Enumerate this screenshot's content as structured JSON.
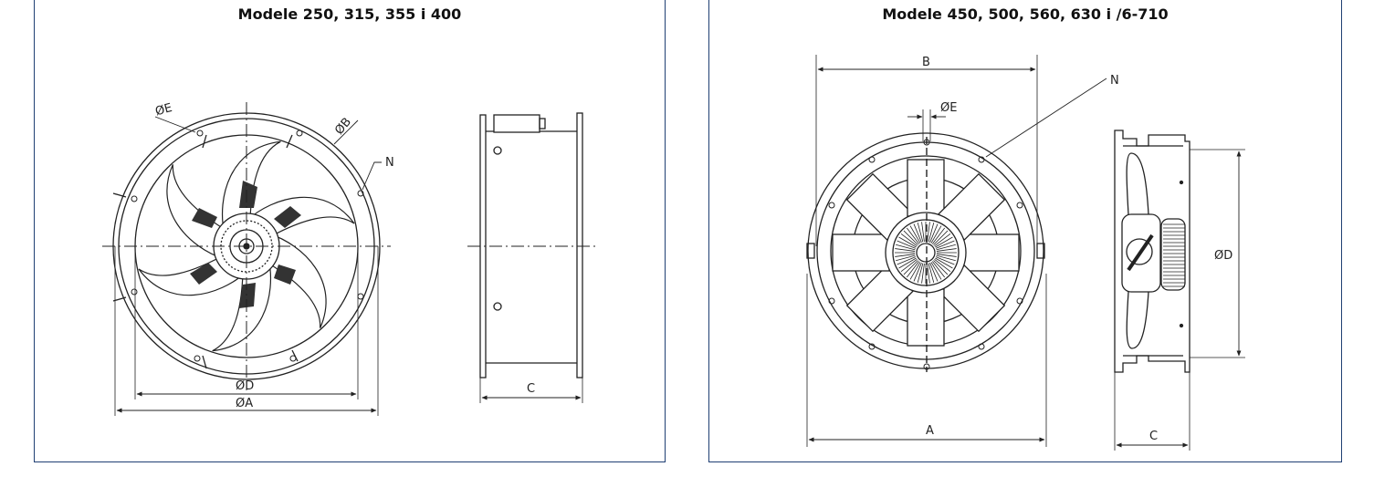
{
  "left": {
    "title": "Modele 250, 315, 355 i 400",
    "labels": {
      "e": "ØE",
      "b": "ØB",
      "n": "N",
      "d": "ØD",
      "a": "ØA",
      "c": "C"
    }
  },
  "right": {
    "title": "Modele 450, 500, 560, 630 i /6-710",
    "labels": {
      "b": "B",
      "e": "ØE",
      "n": "N",
      "d": "ØD",
      "a": "A",
      "c": "C"
    }
  },
  "colors": {
    "frame": "#1f3f73",
    "line": "#222222"
  }
}
